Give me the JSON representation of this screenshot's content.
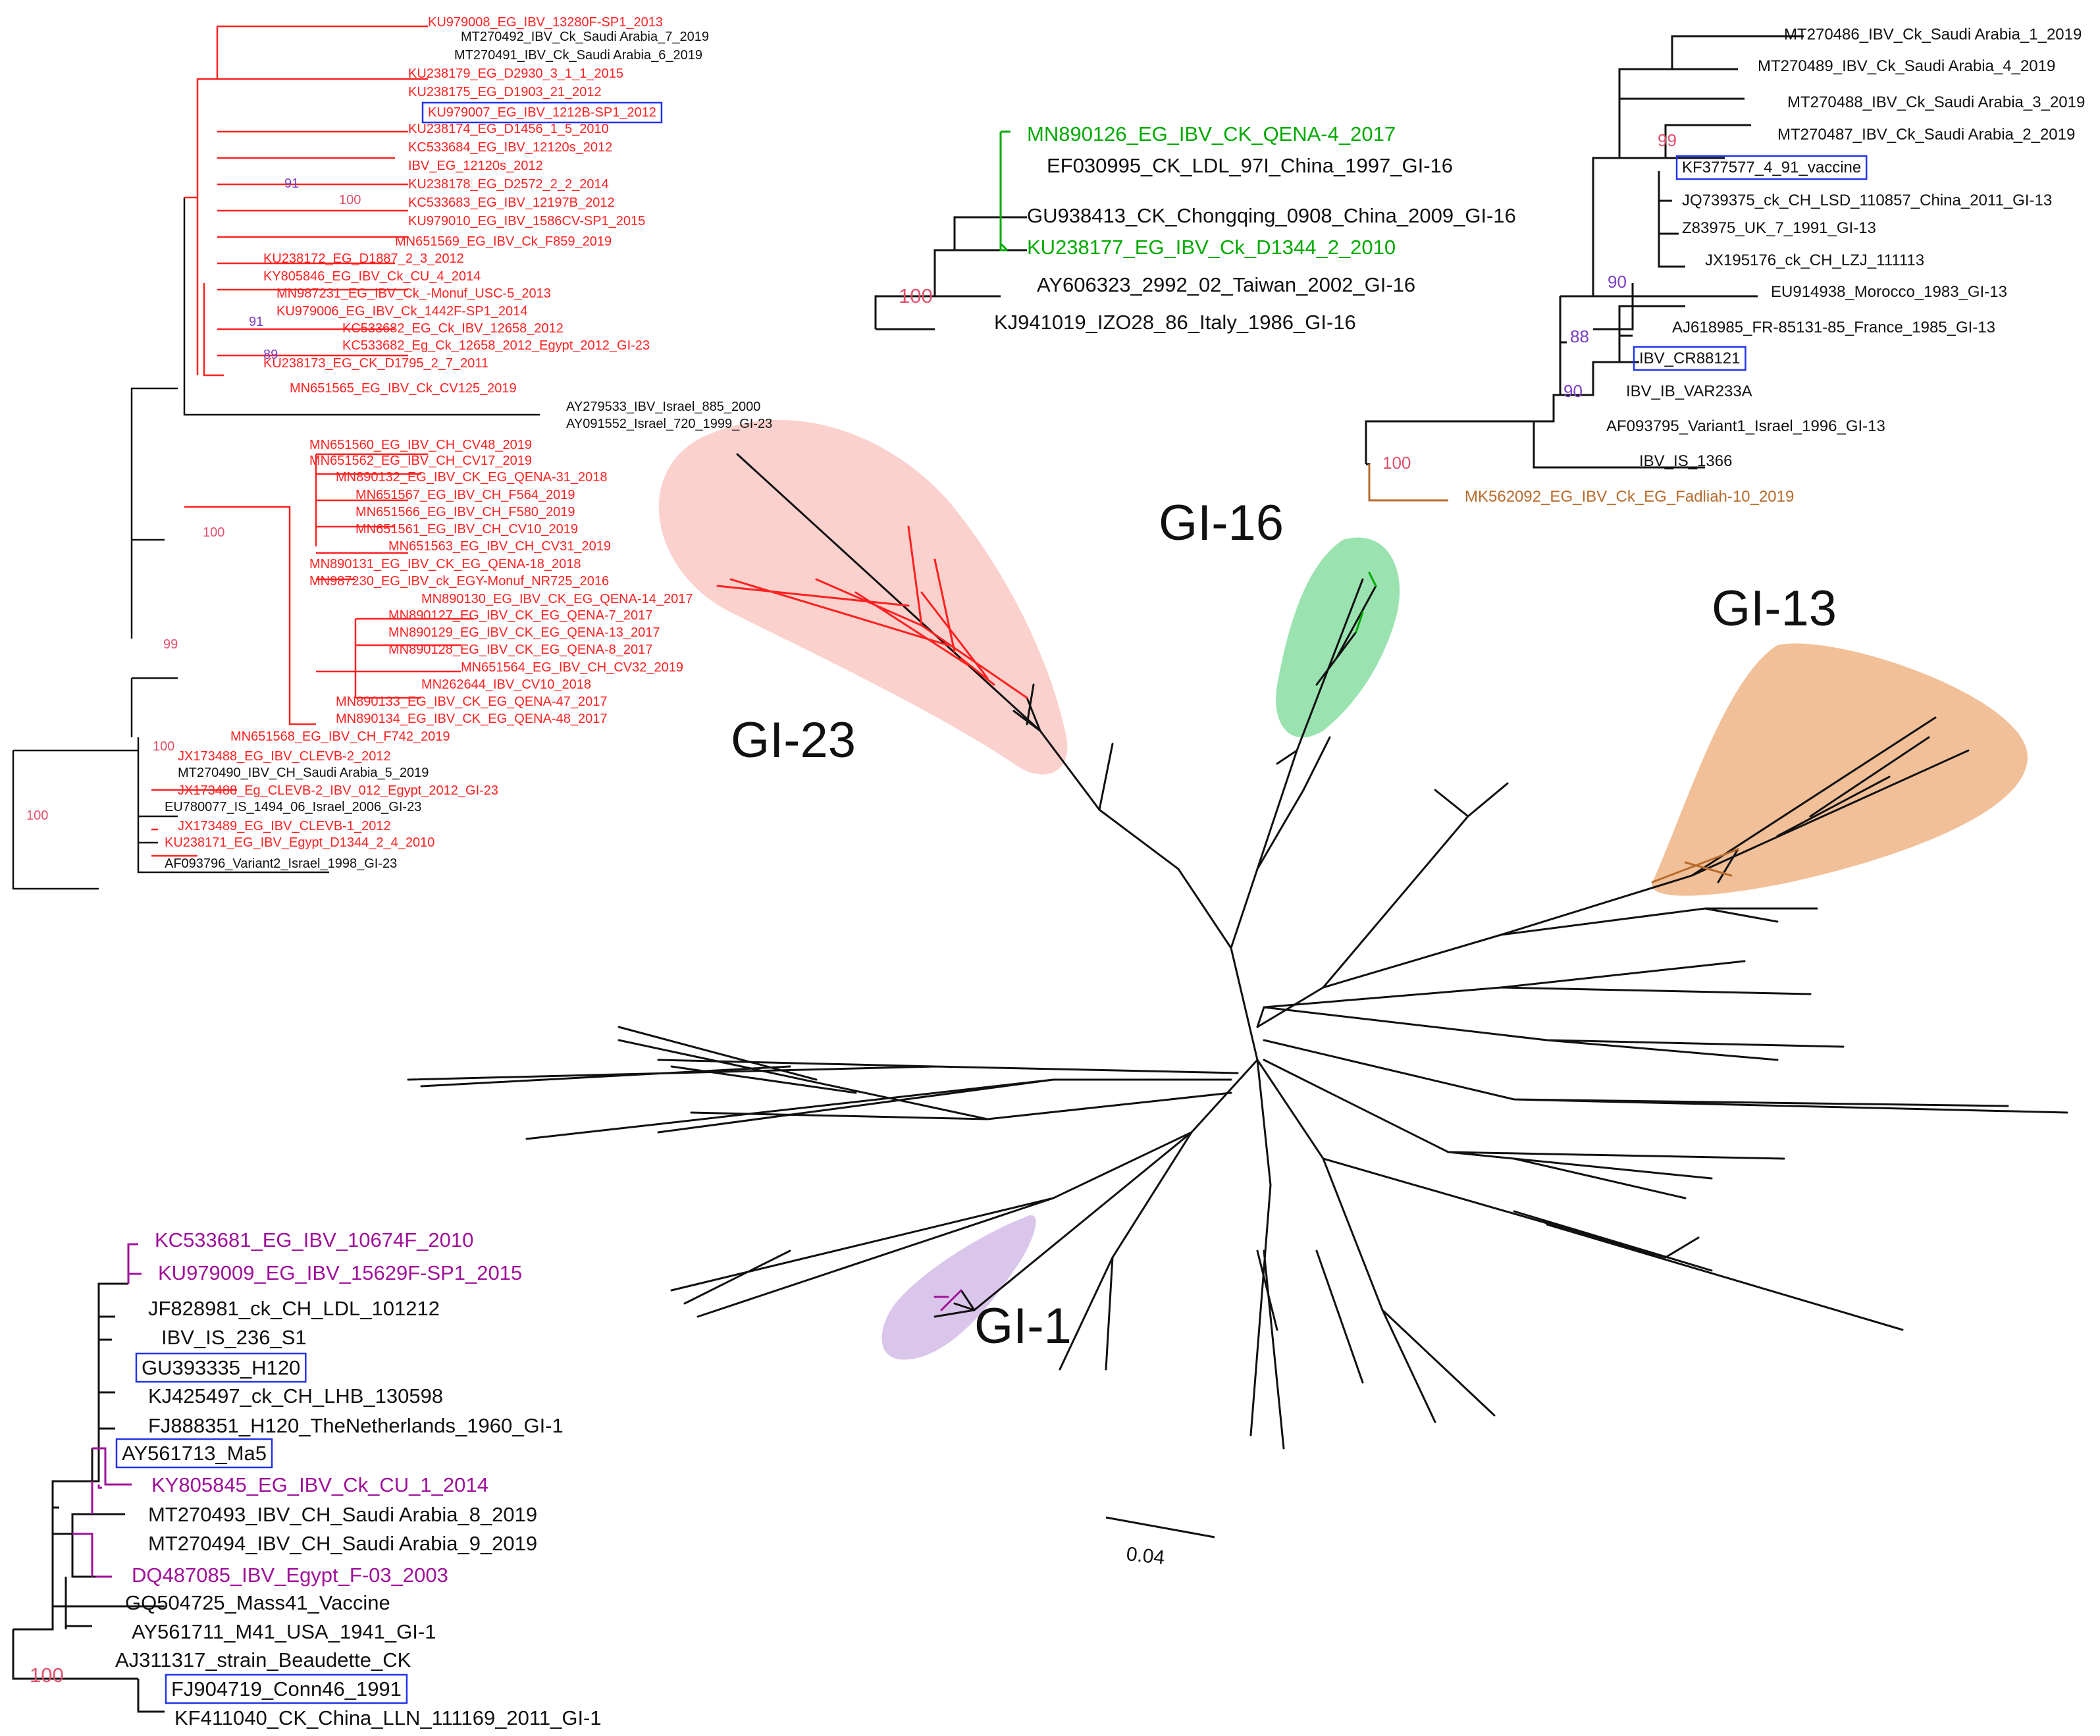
{
  "colors": {
    "gi23": "#ff2020",
    "gi16": "#00aa00",
    "gi13": "#b86b2c",
    "gi1": "#a0109a",
    "boot_red": "#e0506a",
    "boot_purple": "#7b3fc4",
    "box": "#2233ee",
    "branch": "#111111"
  },
  "clusters": {
    "gi23": "GI-23",
    "gi16": "GI-16",
    "gi13": "GI-13",
    "gi1": "GI-1"
  },
  "scale_bar": "0.04",
  "gi23_tree": {
    "taxa": [
      {
        "label": "KU979008_EG_IBV_13280F-SP1_2013",
        "color": "red"
      },
      {
        "label": "MT270492_IBV_Ck_Saudi Arabia_7_2019",
        "color": "black"
      },
      {
        "label": "MT270491_IBV_Ck_Saudi Arabia_6_2019",
        "color": "black"
      },
      {
        "label": "KU238179_EG_D2930_3_1_1_2015",
        "color": "red"
      },
      {
        "label": "KU238175_EG_D1903_21_2012",
        "color": "red"
      },
      {
        "label": "KU979007_EG_IBV_1212B-SP1_2012",
        "color": "red",
        "boxed": true
      },
      {
        "label": "KU238174_EG_D1456_1_5_2010",
        "color": "red"
      },
      {
        "label": "KC533684_EG_IBV_12120s_2012",
        "color": "red"
      },
      {
        "label": "IBV_EG_12120s_2012",
        "color": "red"
      },
      {
        "label": "KU238178_EG_D2572_2_2_2014",
        "color": "red"
      },
      {
        "label": "KC533683_EG_IBV_12197B_2012",
        "color": "red"
      },
      {
        "label": "KU979010_EG_IBV_1586CV-SP1_2015",
        "color": "red"
      },
      {
        "label": "MN651569_EG_IBV_Ck_F859_2019",
        "color": "red"
      },
      {
        "label": "KU238172_EG_D1887_2_3_2012",
        "color": "red"
      },
      {
        "label": "KY805846_EG_IBV_Ck_CU_4_2014",
        "color": "red"
      },
      {
        "label": "MN987231_EG_IBV_Ck_-Monuf_USC-5_2013",
        "color": "red"
      },
      {
        "label": "KU979006_EG_IBV_Ck_1442F-SP1_2014",
        "color": "red"
      },
      {
        "label": "KC533682_EG_Ck_IBV_12658_2012",
        "color": "red"
      },
      {
        "label": "KC533682_Eg_Ck_12658_2012_Egypt_2012_GI-23",
        "color": "red"
      },
      {
        "label": "KU238173_EG_CK_D1795_2_7_2011",
        "color": "red"
      },
      {
        "label": "MN651565_EG_IBV_Ck_CV125_2019",
        "color": "red"
      },
      {
        "label": "AY279533_IBV_Israel_885_2000",
        "color": "black"
      },
      {
        "label": "AY091552_Israel_720_1999_GI-23",
        "color": "black"
      },
      {
        "label": "MN651560_EG_IBV_CH_CV48_2019",
        "color": "red"
      },
      {
        "label": "MN651562_EG_IBV_CH_CV17_2019",
        "color": "red"
      },
      {
        "label": "MN890132_EG_IBV_CK_EG_QENA-31_2018",
        "color": "red"
      },
      {
        "label": "MN651567_EG_IBV_CH_F564_2019",
        "color": "red"
      },
      {
        "label": "MN651566_EG_IBV_CH_F580_2019",
        "color": "red"
      },
      {
        "label": "MN651561_EG_IBV_CH_CV10_2019",
        "color": "red"
      },
      {
        "label": "MN651563_EG_IBV_CH_CV31_2019",
        "color": "red"
      },
      {
        "label": "MN890131_EG_IBV_CK_EG_QENA-18_2018",
        "color": "red"
      },
      {
        "label": "MN987230_EG_IBV_ck_EGY-Monuf_NR725_2016",
        "color": "red"
      },
      {
        "label": "MN890130_EG_IBV_CK_EG_QENA-14_2017",
        "color": "red"
      },
      {
        "label": "MN890127_EG_IBV_CK_EG_QENA-7_2017",
        "color": "red"
      },
      {
        "label": "MN890129_EG_IBV_CK_EG_QENA-13_2017",
        "color": "red"
      },
      {
        "label": "MN890128_EG_IBV_CK_EG_QENA-8_2017",
        "color": "red"
      },
      {
        "label": "MN651564_EG_IBV_CH_CV32_2019",
        "color": "red"
      },
      {
        "label": "MN262644_IBV_CV10_2018",
        "color": "red"
      },
      {
        "label": "MN890133_EG_IBV_CK_EG_QENA-47_2017",
        "color": "red"
      },
      {
        "label": "MN890134_EG_IBV_CK_EG_QENA-48_2017",
        "color": "red"
      },
      {
        "label": "MN651568_EG_IBV_CH_F742_2019",
        "color": "red"
      },
      {
        "label": "JX173488_EG_IBV_CLEVB-2_2012",
        "color": "red"
      },
      {
        "label": "MT270490_IBV_CH_Saudi Arabia_5_2019",
        "color": "black"
      },
      {
        "label": "JX173488_Eg_CLEVB-2_IBV_012_Egypt_2012_GI-23",
        "color": "red"
      },
      {
        "label": "EU780077_IS_1494_06_Israel_2006_GI-23",
        "color": "black"
      },
      {
        "label": "JX173489_EG_IBV_CLEVB-1_2012",
        "color": "red"
      },
      {
        "label": "KU238171_EG_IBV_Egypt_D1344_2_4_2010",
        "color": "red"
      },
      {
        "label": "AF093796_Variant2_Israel_1998_GI-23",
        "color": "black"
      }
    ],
    "bootstrap": [
      {
        "value": "100",
        "color": "red"
      },
      {
        "value": "91",
        "color": "purple"
      },
      {
        "value": "91",
        "color": "purple"
      },
      {
        "value": "89",
        "color": "purple"
      },
      {
        "value": "100",
        "color": "red"
      },
      {
        "value": "99",
        "color": "red"
      },
      {
        "value": "100",
        "color": "red"
      },
      {
        "value": "100",
        "color": "red"
      }
    ]
  },
  "gi16_tree": {
    "taxa": [
      {
        "label": "MN890126_EG_IBV_CK_QENA-4_2017",
        "color": "green"
      },
      {
        "label": "EF030995_CK_LDL_97I_China_1997_GI-16",
        "color": "black"
      },
      {
        "label": "GU938413_CK_Chongqing_0908_China_2009_GI-16",
        "color": "black"
      },
      {
        "label": "KU238177_EG_IBV_Ck_D1344_2_2010",
        "color": "green"
      },
      {
        "label": "AY606323_2992_02_Taiwan_2002_GI-16",
        "color": "black"
      },
      {
        "label": "KJ941019_IZO28_86_Italy_1986_GI-16",
        "color": "black"
      }
    ],
    "bootstrap": [
      {
        "value": "100",
        "color": "red"
      }
    ]
  },
  "gi13_tree": {
    "taxa": [
      {
        "label": "MT270486_IBV_Ck_Saudi Arabia_1_2019",
        "color": "black"
      },
      {
        "label": "MT270489_IBV_Ck_Saudi Arabia_4_2019",
        "color": "black"
      },
      {
        "label": "MT270488_IBV_Ck_Saudi Arabia_3_2019",
        "color": "black"
      },
      {
        "label": "MT270487_IBV_Ck_Saudi Arabia_2_2019",
        "color": "black"
      },
      {
        "label": "KF377577_4_91_vaccine",
        "color": "black",
        "boxed": true
      },
      {
        "label": "JQ739375_ck_CH_LSD_110857_China_2011_GI-13",
        "color": "black"
      },
      {
        "label": "Z83975_UK_7_1991_GI-13",
        "color": "black"
      },
      {
        "label": "JX195176_ck_CH_LZJ_111113",
        "color": "black"
      },
      {
        "label": "EU914938_Morocco_1983_GI-13",
        "color": "black"
      },
      {
        "label": "AJ618985_FR-85131-85_France_1985_GI-13",
        "color": "black"
      },
      {
        "label": "IBV_CR88121",
        "color": "black",
        "boxed": true
      },
      {
        "label": "IBV_IB_VAR233A",
        "color": "black"
      },
      {
        "label": "AF093795_Variant1_Israel_1996_GI-13",
        "color": "black"
      },
      {
        "label": "IBV_IS_1366",
        "color": "black"
      },
      {
        "label": "MK562092_EG_IBV_Ck_EG_Fadliah-10_2019",
        "color": "brown"
      }
    ],
    "bootstrap": [
      {
        "value": "99",
        "color": "red"
      },
      {
        "value": "90",
        "color": "purple"
      },
      {
        "value": "88",
        "color": "purple"
      },
      {
        "value": "90",
        "color": "purple"
      },
      {
        "value": "100",
        "color": "red"
      }
    ]
  },
  "gi1_tree": {
    "taxa": [
      {
        "label": "KC533681_EG_IBV_10674F_2010",
        "color": "purple"
      },
      {
        "label": "KU979009_EG_IBV_15629F-SP1_2015",
        "color": "purple"
      },
      {
        "label": "JF828981_ck_CH_LDL_101212",
        "color": "black"
      },
      {
        "label": "IBV_IS_236_S1",
        "color": "black"
      },
      {
        "label": "GU393335_H120",
        "color": "black",
        "boxed": true
      },
      {
        "label": "KJ425497_ck_CH_LHB_130598",
        "color": "black"
      },
      {
        "label": "FJ888351_H120_TheNetherlands_1960_GI-1",
        "color": "black"
      },
      {
        "label": "AY561713_Ma5",
        "color": "black",
        "boxed": true
      },
      {
        "label": "KY805845_EG_IBV_Ck_CU_1_2014",
        "color": "purple"
      },
      {
        "label": "MT270493_IBV_CH_Saudi Arabia_8_2019",
        "color": "black"
      },
      {
        "label": "MT270494_IBV_CH_Saudi Arabia_9_2019",
        "color": "black"
      },
      {
        "label": "DQ487085_IBV_Egypt_F-03_2003",
        "color": "purple"
      },
      {
        "label": "GQ504725_Mass41_Vaccine",
        "color": "black"
      },
      {
        "label": "AY561711_M41_USA_1941_GI-1",
        "color": "black"
      },
      {
        "label": "AJ311317_strain_Beaudette_CK",
        "color": "black"
      },
      {
        "label": "FJ904719_Conn46_1991",
        "color": "black",
        "boxed": true
      },
      {
        "label": "KF411040_CK_China_LLN_111169_2011_GI-1",
        "color": "black"
      }
    ],
    "bootstrap": [
      {
        "value": "100",
        "color": "red"
      }
    ]
  }
}
